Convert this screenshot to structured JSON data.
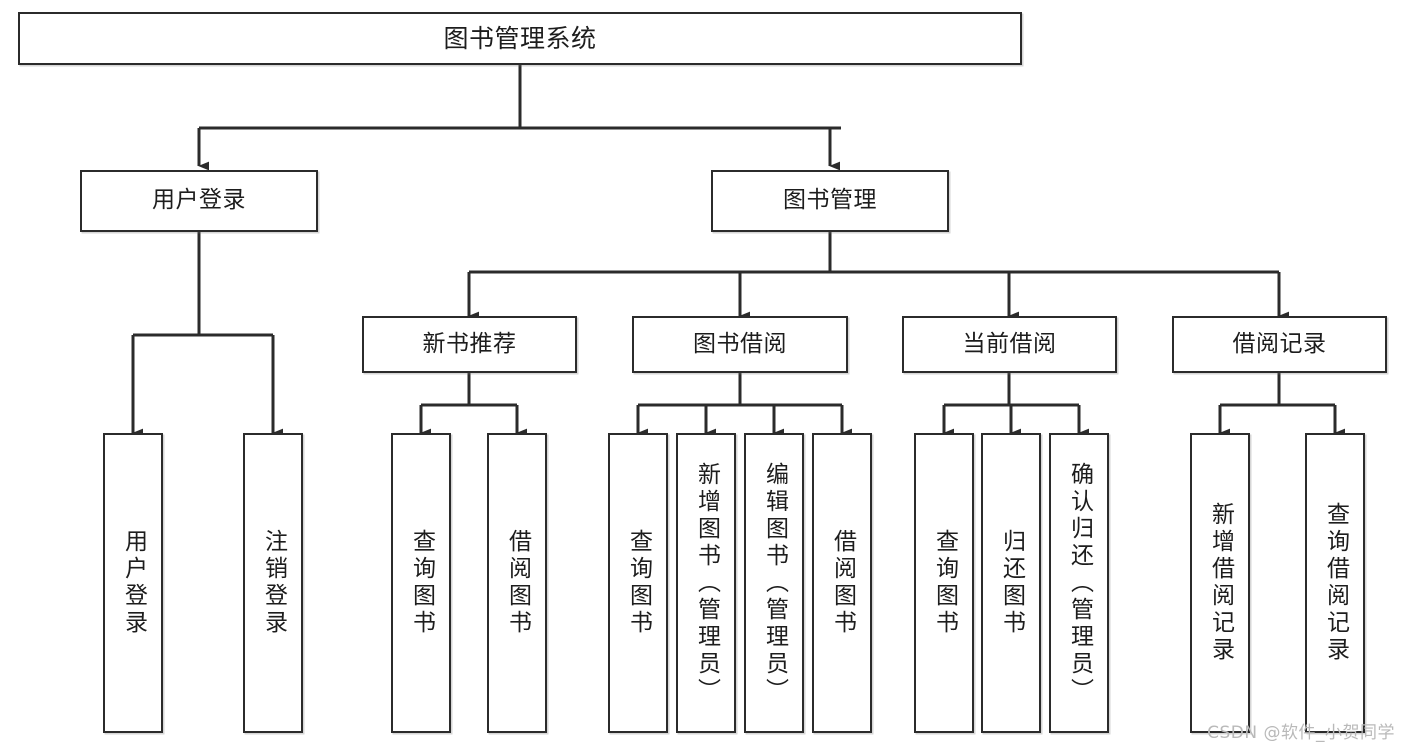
{
  "diagram": {
    "title": "图书管理系统",
    "type": "tree-hierarchy-chart",
    "colors": {
      "border": "#2b2b2b",
      "background": "#ffffff",
      "text": "#1d1d1d",
      "watermark": "#b9b9b9"
    },
    "watermark": "CSDN @软件_小贺同学",
    "root": {
      "label": "图书管理系统"
    },
    "level2": [
      {
        "label": "用户登录"
      },
      {
        "label": "图书管理"
      }
    ],
    "level3": [
      {
        "label": "新书推荐"
      },
      {
        "label": "图书借阅"
      },
      {
        "label": "当前借阅"
      },
      {
        "label": "借阅记录"
      }
    ],
    "leaves": {
      "user_login": [
        {
          "label": "用户登录"
        },
        {
          "label": "注销登录"
        }
      ],
      "new_book_recommend": [
        {
          "label": "查询图书"
        },
        {
          "label": "借阅图书"
        }
      ],
      "book_borrow": [
        {
          "label": "查询图书"
        },
        {
          "label": "新增图书（管理员）"
        },
        {
          "label": "编辑图书（管理员）"
        },
        {
          "label": "借阅图书"
        }
      ],
      "current_borrow": [
        {
          "label": "查询图书"
        },
        {
          "label": "归还图书"
        },
        {
          "label": "确认归还（管理员）"
        }
      ],
      "borrow_record": [
        {
          "label": "新增借阅记录"
        },
        {
          "label": "查询借阅记录"
        }
      ]
    }
  }
}
